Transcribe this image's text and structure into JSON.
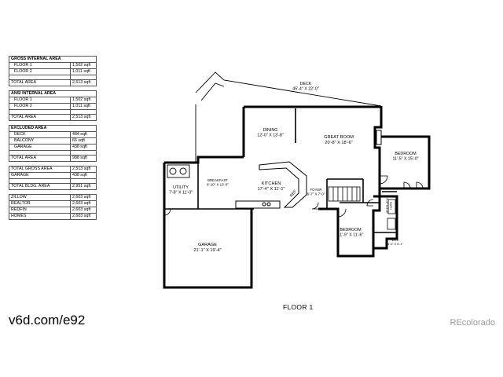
{
  "area_tables": [
    {
      "title": "GROSS INTERNAL AREA",
      "rows": [
        {
          "label": "FLOOR 1",
          "value": "1,502 sqft"
        },
        {
          "label": "FLOOR 2",
          "value": "1,011 sqft"
        }
      ],
      "total": {
        "label": "TOTAL AREA",
        "value": "2,513 sqft"
      }
    },
    {
      "title": "ANSI INTERNAL AREA",
      "rows": [
        {
          "label": "FLOOR 1",
          "value": "1,502 sqft"
        },
        {
          "label": "FLOOR 2",
          "value": "1,011 sqft"
        }
      ],
      "total": {
        "label": "TOTAL AREA",
        "value": "2,513 sqft"
      }
    },
    {
      "title": "EXCLUDED AREA",
      "rows": [
        {
          "label": "DECK",
          "value": "484 sqft"
        },
        {
          "label": "BALCONY",
          "value": "66 sqft"
        },
        {
          "label": "GARAGE",
          "value": "438 sqft"
        }
      ],
      "total": {
        "label": "TOTAL AREA",
        "value": "988 sqft"
      }
    },
    {
      "title": "",
      "rows": [
        {
          "label": "TOTAL GROSS AREA",
          "value": "2,513 sqft"
        },
        {
          "label": "GARAGE",
          "value": "438 sqft"
        }
      ],
      "total": {
        "label": "TOTAL BLDG. AREA",
        "value": "2,951 sqft"
      }
    },
    {
      "title": "",
      "rows": [
        {
          "label": "ZILLOW",
          "value": "2,603 sqft"
        },
        {
          "label": "REALTOR",
          "value": "2,603 sqft"
        },
        {
          "label": "REDFIN",
          "value": "2,603 sqft"
        },
        {
          "label": "HOMES",
          "value": "2,603 sqft"
        }
      ],
      "total": null
    }
  ],
  "rooms": [
    {
      "id": "deck",
      "name": "DECK",
      "dims": "45'-4\" X 22'-0\""
    },
    {
      "id": "dining",
      "name": "DINING",
      "dims": "12'-0\" X 13'-8\""
    },
    {
      "id": "great-room",
      "name": "GREAT ROOM",
      "dims": "20'-8\" X 18'-6\""
    },
    {
      "id": "bedroom-east",
      "name": "BEDROOM",
      "dims": "11'-5\" X 15'-0\""
    },
    {
      "id": "breakfast",
      "name": "BREAKFAST",
      "dims": "8'-10\" X 13'-0\""
    },
    {
      "id": "utility",
      "name": "UTILITY",
      "dims": "7'-8\" X 11'-0\""
    },
    {
      "id": "kitchen",
      "name": "KITCHEN",
      "dims": "17'-4\" X 11'-1\""
    },
    {
      "id": "foyer",
      "name": "FOYER",
      "dims": "6'-7\" X 7'-0\""
    },
    {
      "id": "bath",
      "name": "BATH",
      "dims": "9'-4\" X 6'-8\""
    },
    {
      "id": "garage",
      "name": "GARAGE",
      "dims": "21'-1\" X 19'-4\""
    },
    {
      "id": "bedroom-south",
      "name": "BEDROOM",
      "dims": "11'-9\" X 11'-6\""
    },
    {
      "id": "wic",
      "name": "W.I.C",
      "dims": "4'-0\" X 6'-1\""
    }
  ],
  "fixtures": {
    "refrigerator": "REF"
  },
  "floor_title": "FLOOR 1",
  "website": "v6d.com/e92",
  "brand": "REcolorado"
}
